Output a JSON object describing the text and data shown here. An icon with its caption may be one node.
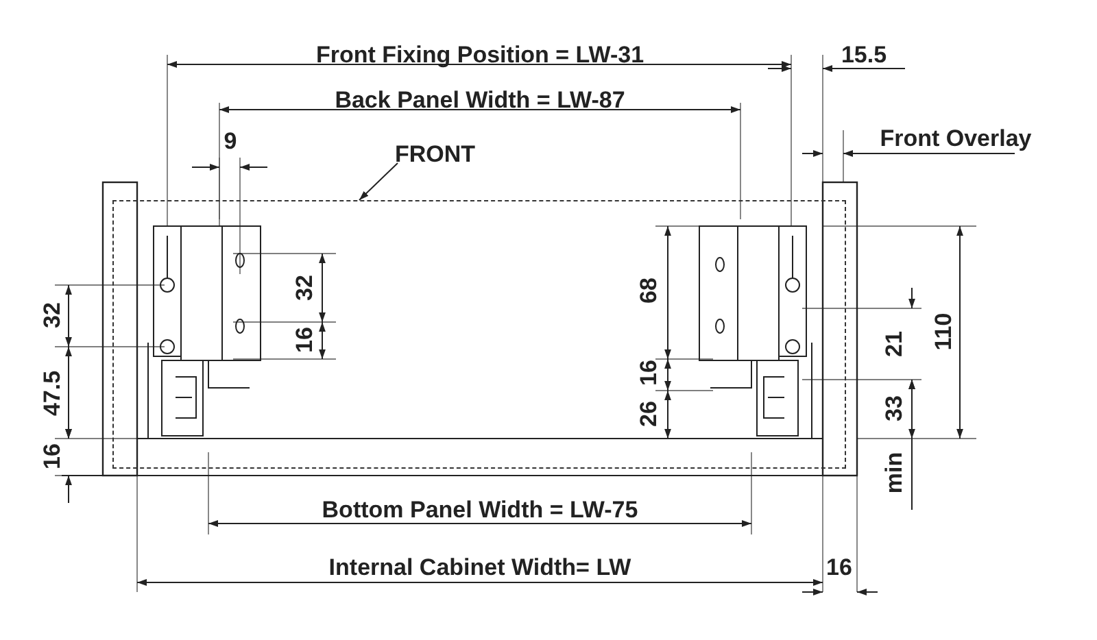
{
  "diagram": {
    "nodes": [
      {
        "text": [
          "FRONT"
        ]
      },
      {
        "text": [],
        "shape": "box"
      }
    ],
    "edges": [
      {
        "from": 0,
        "to": 1,
        "arrow": "to"
      }
    ],
    "labels": [
      "Front Fixing Position = LW-31",
      "15.5",
      "Back Panel Width = LW-87",
      "9",
      "Front Overlay",
      "32",
      "68",
      "110",
      "32",
      "16",
      "21",
      "16",
      "47.5",
      "26",
      "33",
      "16",
      "min",
      "Bottom Panel Width = LW-75",
      "Internal Cabinet Width= LW",
      "16"
    ]
  }
}
